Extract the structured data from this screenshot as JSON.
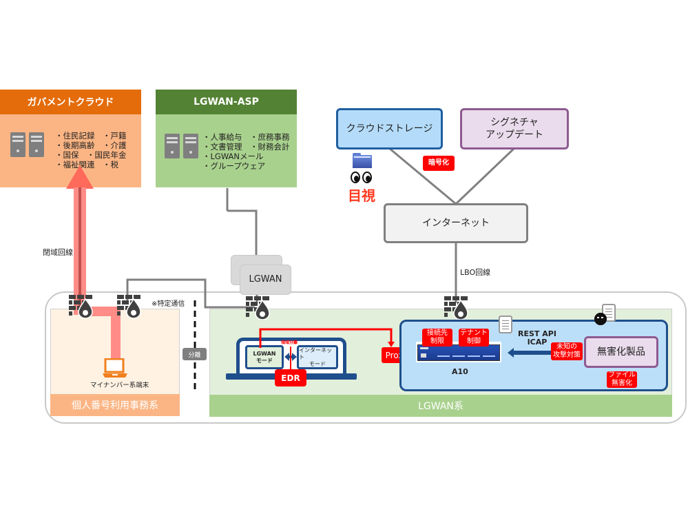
{
  "gov_cloud": {
    "title": "ガバメントクラウド",
    "items": "・住民記録　・戸籍\n・後期高齢　・介護\n・国保　・国民年金\n・福祉関連　・税",
    "header_color": "#e46c0a",
    "body_color": "#fbb584"
  },
  "lgwan_asp": {
    "title": "LGWAN-ASP",
    "items": "・人事給与　・庶務事務\n・文書管理　・財務会計\n・LGWANメール\n・グループウェア",
    "header_color": "#548235",
    "body_color": "#a9d18e"
  },
  "cloud_storage": {
    "label": "クラウドストレージ"
  },
  "signature_update": {
    "line1": "シグネチャ",
    "line2": "アップデート"
  },
  "encryption_tag": "暗号化",
  "visual_check": "目視",
  "internet": {
    "label": "インターネット"
  },
  "lbo_line": "LBO回線",
  "closed_line": "閉域回線",
  "lgwan_network": "LGWAN",
  "special_comm": "※特定通信",
  "separation": "分離",
  "mynumber_terminal": "マイナンバー系端末",
  "zones": {
    "personal": "個人番号利用事務系",
    "lgwan": "LGWAN系"
  },
  "laptop": {
    "lgwan_mode_1": "LGWAN",
    "lgwan_mode_2": "モード",
    "internet_mode_1": "インターネット",
    "internet_mode_2": "モード",
    "isolation": "領域分離",
    "edr": "EDR"
  },
  "proxy": "Proxy",
  "a10": {
    "label": "A10",
    "tag_connection_1": "接続先",
    "tag_connection_2": "制限",
    "tag_tenant_1": "テナント",
    "tag_tenant_2": "制御"
  },
  "rest_api": {
    "line1": "REST API",
    "line2": "ICAP"
  },
  "unknown_attack": {
    "line1": "未知の",
    "line2": "攻撃対策"
  },
  "sanitizer": {
    "label": "無害化製品",
    "tag_1": "ファイル",
    "tag_2": "無害化"
  }
}
